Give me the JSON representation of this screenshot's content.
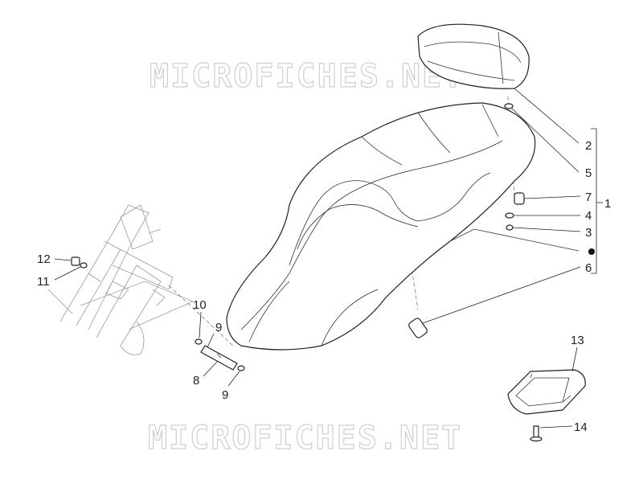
{
  "watermark": {
    "top": "MICROFICHES.NET",
    "bottom": "MICROFICHES.NET"
  },
  "callouts": [
    {
      "id": "c2",
      "text": "2"
    },
    {
      "id": "c5",
      "text": "5"
    },
    {
      "id": "c7",
      "text": "7"
    },
    {
      "id": "c4",
      "text": "4"
    },
    {
      "id": "c3",
      "text": "3"
    },
    {
      "id": "c6",
      "text": "6"
    },
    {
      "id": "c1",
      "text": "1"
    },
    {
      "id": "c12",
      "text": "12"
    },
    {
      "id": "c11",
      "text": "11"
    },
    {
      "id": "c10",
      "text": "10"
    },
    {
      "id": "c9a",
      "text": "9"
    },
    {
      "id": "c8",
      "text": "8"
    },
    {
      "id": "c9b",
      "text": "9"
    },
    {
      "id": "c13",
      "text": "13"
    },
    {
      "id": "c14",
      "text": "14"
    }
  ]
}
